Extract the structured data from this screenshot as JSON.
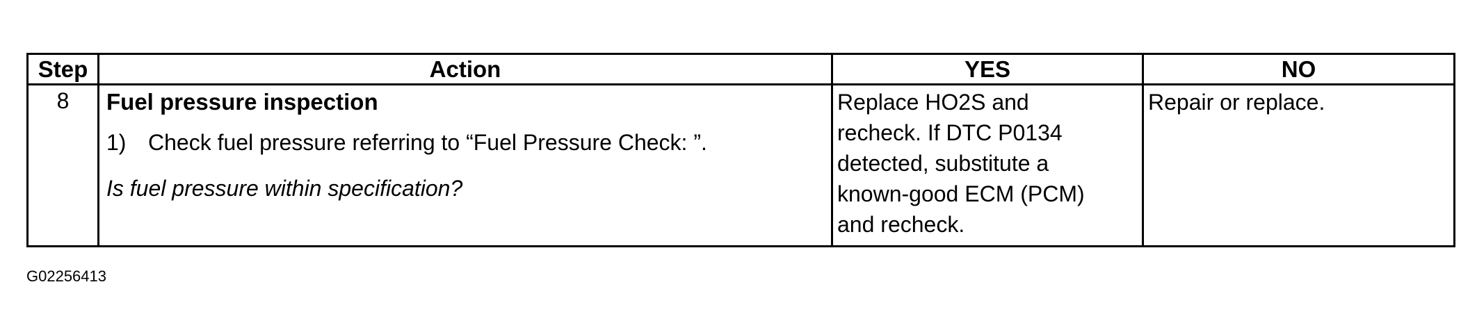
{
  "table": {
    "headers": {
      "step": "Step",
      "action": "Action",
      "yes": "YES",
      "no": "NO"
    },
    "rows": [
      {
        "step": "8",
        "action_title": "Fuel pressure inspection",
        "action_step_number": "1)",
        "action_step_text": "Check fuel pressure referring to “Fuel Pressure Check: ”.",
        "action_question": "Is fuel pressure within specification?",
        "yes": "Replace HO2S and recheck. If DTC P0134 detected, substitute a known-good ECM (PCM) and recheck.",
        "no": "Repair or replace."
      }
    ]
  },
  "figure_id": "G02256413"
}
